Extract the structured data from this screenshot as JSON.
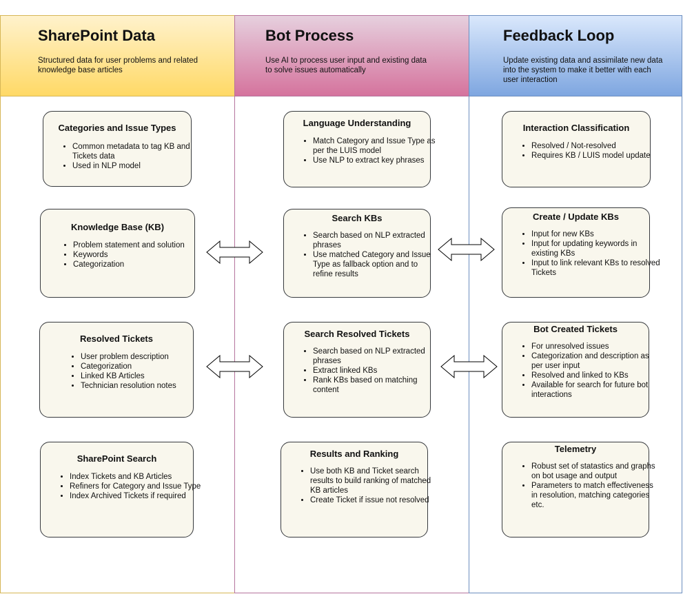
{
  "columns": [
    {
      "title": "SharePoint Data",
      "subtitle": "Structured data for user problems and related knowledge base articles",
      "color": "#ffd966",
      "cards": [
        {
          "title": "Categories and Issue Types",
          "items": [
            "Common metadata to tag KB and Tickets data",
            "Used in NLP model"
          ]
        },
        {
          "title": "Knowledge Base (KB)",
          "items": [
            "Problem statement and solution",
            "Keywords",
            "Categorization"
          ]
        },
        {
          "title": "Resolved Tickets",
          "items": [
            "User problem description",
            "Categorization",
            "Linked KB Articles",
            "Technician resolution notes"
          ]
        },
        {
          "title": "SharePoint Search",
          "items": [
            "Index Tickets and KB Articles",
            "Refiners for Category and Issue Type",
            "Index Archived Tickets if required"
          ]
        }
      ]
    },
    {
      "title": "Bot Process",
      "subtitle": "Use AI to process user input and existing data to solve issues automatically",
      "color": "#d5739d",
      "cards": [
        {
          "title": "Language Understanding",
          "items": [
            "Match Category and Issue Type as per the LUIS model",
            "Use NLP to extract key phrases"
          ]
        },
        {
          "title": "Search KBs",
          "items": [
            "Search based on NLP extracted phrases",
            "Use matched Category and Issue Type as fallback option and to refine results"
          ]
        },
        {
          "title": "Search Resolved Tickets",
          "items": [
            "Search based on NLP extracted phrases",
            "Extract linked KBs",
            "Rank KBs based on matching content"
          ]
        },
        {
          "title": "Results and Ranking",
          "items": [
            "Use both KB and Ticket search results to build ranking of matched KB articles",
            "Create Ticket if issue not resolved"
          ]
        }
      ]
    },
    {
      "title": "Feedback Loop",
      "subtitle": "Update existing data and assimilate new data into the system to make it better with each user interaction",
      "color": "#7ea6e0",
      "cards": [
        {
          "title": "Interaction Classification",
          "items": [
            "Resolved / Not-resolved",
            "Requires KB / LUIS model update"
          ]
        },
        {
          "title": "Create / Update KBs",
          "items": [
            "Input for new KBs",
            "Input for updating keywords in existing KBs",
            "Input to link relevant KBs to resolved Tickets"
          ]
        },
        {
          "title": "Bot Created Tickets",
          "items": [
            "For unresolved issues",
            "Categorization and description as per user input",
            "Resolved and linked to KBs",
            "Available for search for future bot interactions"
          ]
        },
        {
          "title": "Telemetry",
          "items": [
            "Robust set of statastics and graphs on bot usage and output",
            "Parameters to match effectiveness in resolution, matching categories etc."
          ]
        }
      ]
    }
  ],
  "arrows": [
    {
      "between": [
        "Knowledge Base (KB)",
        "Search KBs"
      ],
      "icon": "double-arrow-icon"
    },
    {
      "between": [
        "Resolved Tickets",
        "Search Resolved Tickets"
      ],
      "icon": "double-arrow-icon"
    },
    {
      "between": [
        "Search KBs",
        "Create / Update KBs"
      ],
      "icon": "double-arrow-icon"
    },
    {
      "between": [
        "Search Resolved Tickets",
        "Bot Created Tickets"
      ],
      "icon": "double-arrow-icon"
    }
  ]
}
